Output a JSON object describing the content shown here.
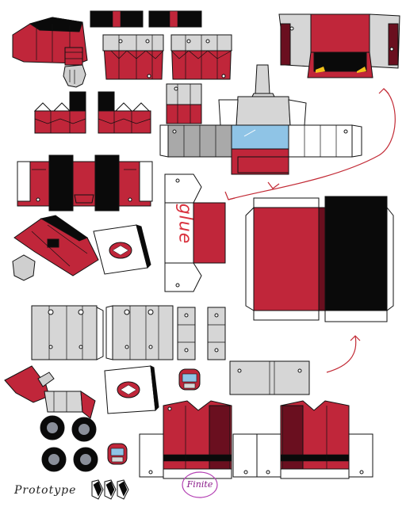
{
  "sheet": {
    "title": "Transformer papercraft template",
    "glue_label": "glue",
    "creator_note": "Prototype",
    "signature": "Finite"
  },
  "colors": {
    "red": "#c0263a",
    "dark_red": "#6a0f1f",
    "grey": "#d6d6d6",
    "dark_grey": "#a9a9a9",
    "black": "#0a0a0a",
    "window_blue": "#8fc4e6",
    "headlight_yellow": "#f2c21a",
    "hand_grey": "#cfcfcf",
    "arrow_red": "#c22a35",
    "signature_purple": "#b33fb3"
  }
}
